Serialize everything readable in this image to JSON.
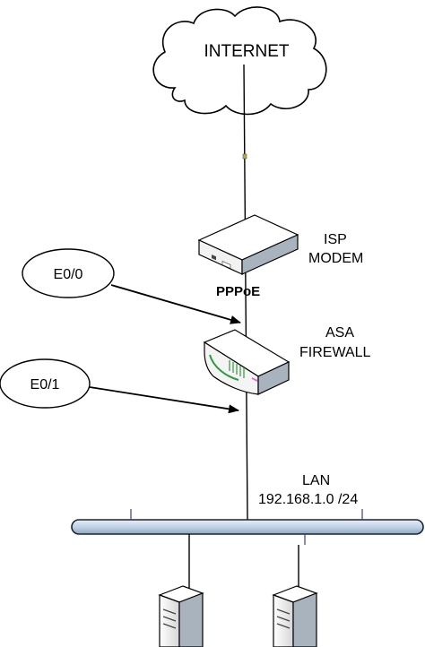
{
  "cloud": {
    "label": "INTERNET"
  },
  "isp_modem": {
    "line1": "ISP",
    "line2": "MODEM"
  },
  "pppoe": {
    "label": "PPPoE"
  },
  "asa_firewall": {
    "line1": "ASA",
    "line2": "FIREWALL"
  },
  "interfaces": [
    {
      "label": "E0/0"
    },
    {
      "label": "E0/1"
    }
  ],
  "lan": {
    "line1": "LAN",
    "line2": "192.168.1.0 /24"
  },
  "colors": {
    "bus_fill": "#c8d8ea",
    "bus_stroke": "#1a2533",
    "device_fill": "#ffffff",
    "device_shade": "#9aa6b4",
    "accent_green": "#2e9a3e",
    "accent_pink": "#e070c8"
  }
}
